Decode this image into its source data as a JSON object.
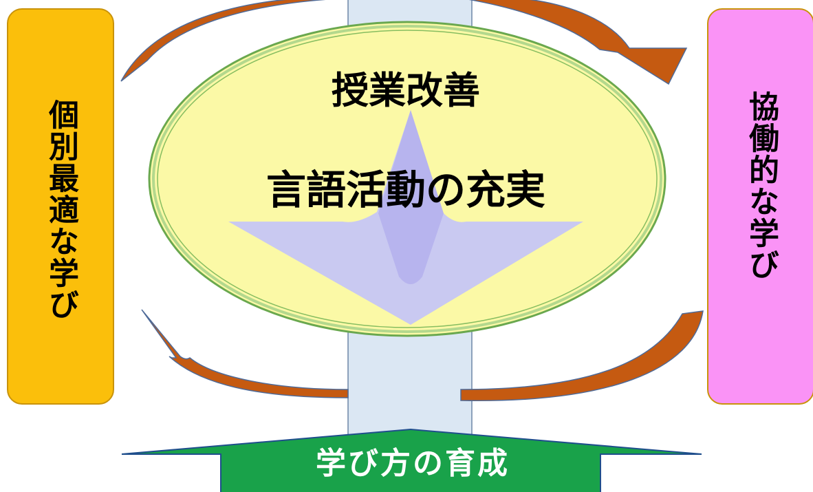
{
  "left_label": "個別最適な学び",
  "right_label": "協働的な学び",
  "center_title": "授業改善",
  "center_subtitle": "言語活動の充実",
  "bottom_label": "学び方の育成",
  "colors": {
    "left_box": "#fbbf0b",
    "right_box": "#fa93f6",
    "ellipse_fill": "#fbf9a6",
    "ellipse_border": "#8cc26a",
    "arrow_cycle": "#c55a11",
    "bottom_arrow": "#19a24a",
    "pillar": "#dbe7f3",
    "emblem": "#c9c9f1"
  },
  "icons": {
    "emblem": "arrow-emblem-icon",
    "cycle_arrows": "curved-arrow-icon"
  }
}
